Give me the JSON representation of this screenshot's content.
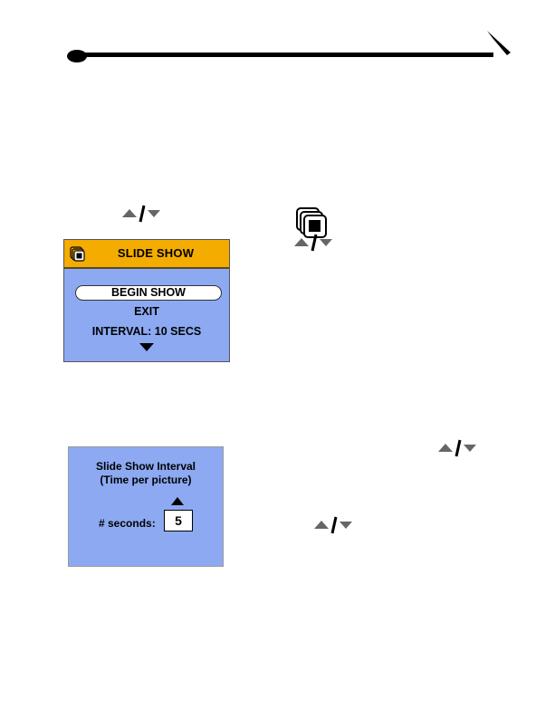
{
  "menu_screen": {
    "title": "SLIDE SHOW",
    "items": [
      {
        "label": "BEGIN SHOW",
        "selected": true
      },
      {
        "label": "EXIT",
        "selected": false
      },
      {
        "label": "INTERVAL: 10 SECS",
        "selected": false
      }
    ]
  },
  "interval_screen": {
    "title_line1": "Slide Show Interval",
    "title_line2": "(Time per picture)",
    "label": "# seconds:",
    "value": "5"
  },
  "colors": {
    "screen_bg": "#8ca9f2",
    "header_bg": "#f4ac00",
    "selected_bg": "#ffffff",
    "text": "#000000"
  },
  "icons": [
    "slideshow-icon",
    "up-down-arrows-icon",
    "scroll-down-icon",
    "scroll-up-icon"
  ]
}
